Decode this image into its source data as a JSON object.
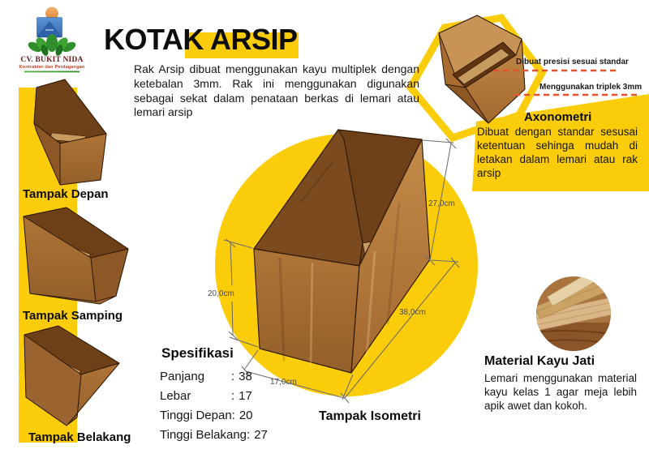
{
  "logo": {
    "company": "CV. BUKIT NIDA",
    "tagline": "Kontraktor dan Perdagangan"
  },
  "header": {
    "title": "KOTAK ARSIP",
    "intro": "Rak Arsip dibuat menggunakan kayu multiplek dengan ketebalan 3mm. Rak ini menggunakan digunakan sebagai sekat dalam penataan berkas di lemari atau lemari arsip"
  },
  "views": {
    "front": "Tampak Depan",
    "side": "Tampak Samping",
    "back": "Tampak Belakang",
    "iso": "Tampak Isometri"
  },
  "dimensions": {
    "back_height": "27,0cm",
    "front_height": "20,0cm",
    "length": "38,0cm",
    "width": "17,0cm"
  },
  "callouts": {
    "precision": "Dibuat presisi sesuai standar",
    "plywood": "Menggunakan triplek 3mm"
  },
  "axonometri": {
    "title": "Axonometri",
    "body": "Dibuat dengan standar sesusai ketentuan sehinga mudah di letakan dalam lemari atau rak arsip"
  },
  "spesifikasi": {
    "title": "Spesifikasi",
    "rows": [
      {
        "label": "Panjang",
        "value": "38"
      },
      {
        "label": "Lebar",
        "value": "17"
      },
      {
        "label": "Tinggi Depan",
        "value": "20"
      },
      {
        "label": "Tinggi Belakang",
        "value": "27"
      }
    ]
  },
  "material": {
    "title": "Material Kayu Jati",
    "body": "Lemari menggunakan material kayu kelas 1 agar meja lebih apik awet dan kokoh."
  },
  "colors": {
    "accent_yellow": "#FBCC09",
    "dash_red": "#E2542D",
    "wood_mid": "#A86C31"
  }
}
